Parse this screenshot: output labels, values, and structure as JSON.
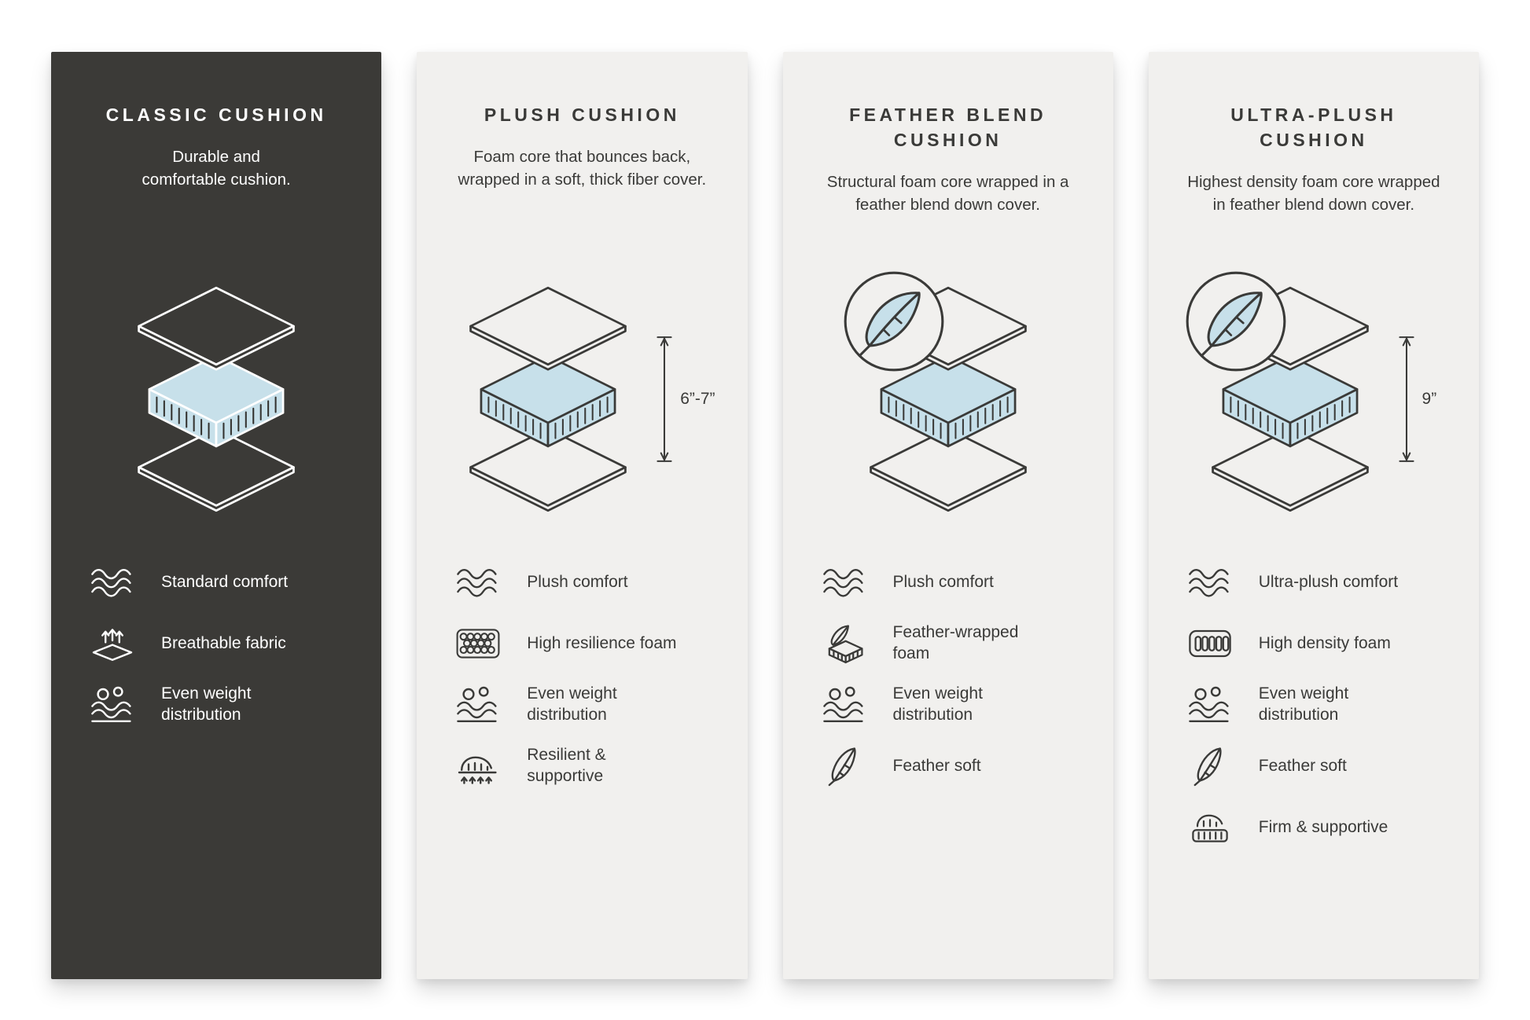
{
  "colors": {
    "background": "#ffffff",
    "dark_panel": "#3b3a37",
    "light_panel": "#f1f0ee",
    "accent_blue": "#c7e0ea",
    "line_dark": "#3a3a38",
    "line_light": "#ffffff"
  },
  "columns": [
    {
      "id": "classic",
      "title": "CLASSIC CUSHION",
      "description": "Durable and comfortable cushion.",
      "theme": "dark",
      "diagram": "layered-cushion",
      "features": [
        {
          "icon": "waves-icon",
          "label": "Standard comfort"
        },
        {
          "icon": "breathable-icon",
          "label": "Breathable fabric"
        },
        {
          "icon": "weight-distribution-icon",
          "label": "Even weight distribution"
        }
      ]
    },
    {
      "id": "plush",
      "title": "PLUSH CUSHION",
      "description": "Foam core that bounces back, wrapped in a soft, thick fiber cover.",
      "theme": "light",
      "diagram": "layered-cushion",
      "measurement": "6”-7”",
      "features": [
        {
          "icon": "waves-icon",
          "label": "Plush comfort"
        },
        {
          "icon": "foam-honeycomb-icon",
          "label": "High resilience foam"
        },
        {
          "icon": "weight-distribution-icon",
          "label": "Even weight distribution"
        },
        {
          "icon": "resilient-icon",
          "label": "Resilient & supportive"
        }
      ]
    },
    {
      "id": "feather-blend",
      "title": "FEATHER BLEND CUSHION",
      "description": "Structural foam core wrapped in a feather blend down cover.",
      "theme": "light",
      "diagram": "layered-cushion",
      "badge_icon": "feather-badge-icon",
      "features": [
        {
          "icon": "waves-icon",
          "label": "Plush comfort"
        },
        {
          "icon": "feather-foam-icon",
          "label": "Feather-wrapped foam"
        },
        {
          "icon": "weight-distribution-icon",
          "label": "Even weight distribution"
        },
        {
          "icon": "feather-icon",
          "label": "Feather soft"
        }
      ]
    },
    {
      "id": "ultra-plush",
      "title": "ULTRA-PLUSH CUSHION",
      "description": "Highest density foam core wrapped in feather blend down cover.",
      "theme": "light",
      "diagram": "layered-cushion",
      "badge_icon": "feather-badge-icon",
      "measurement": "9”",
      "features": [
        {
          "icon": "waves-icon",
          "label": "Ultra-plush comfort"
        },
        {
          "icon": "density-foam-icon",
          "label": "High density foam"
        },
        {
          "icon": "weight-distribution-icon",
          "label": "Even weight distribution"
        },
        {
          "icon": "feather-icon",
          "label": "Feather soft"
        },
        {
          "icon": "firm-icon",
          "label": "Firm & supportive"
        }
      ]
    }
  ]
}
